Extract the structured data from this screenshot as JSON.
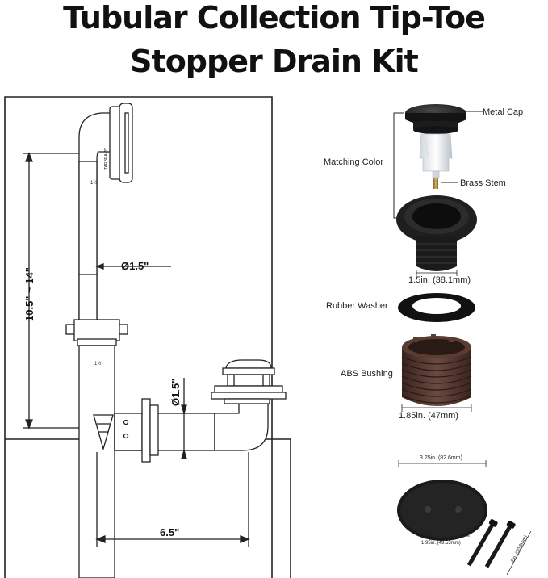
{
  "title": {
    "line1": "Tubular Collection Tip-Toe",
    "line2": "Stopper Drain Kit"
  },
  "drawing": {
    "height_dim": "10.5\" ~ 14\"",
    "overflow_dia": "Ø1.5\"",
    "drain_dia": "Ø1.5\"",
    "width_dim": "6.5\"",
    "pipe_mark_upper": "1½",
    "pipe_mark_lower": "1½",
    "elbow_stamp": "TARBEAMY"
  },
  "parts": {
    "metal_cap": "Metal Cap",
    "matching_color": "Matching Color",
    "brass_stem": "Brass Stem",
    "body_dim": "1.5in. (38.1mm)",
    "rubber_washer": "Rubber Washer",
    "abs_bushing": "ABS Bushing",
    "bushing_dim": "1.85in. (47mm)",
    "plate_dim": "3.25in. (82.6mm)",
    "hole_dim": "1.95in. (49.53mm)",
    "screw_dim": "2in. (50.8mm)"
  },
  "colors": {
    "part_black": "#1b1b1b",
    "bushing_brown": "#4a2f27",
    "line": "#222222",
    "pipe_fill": "#ffffff"
  }
}
